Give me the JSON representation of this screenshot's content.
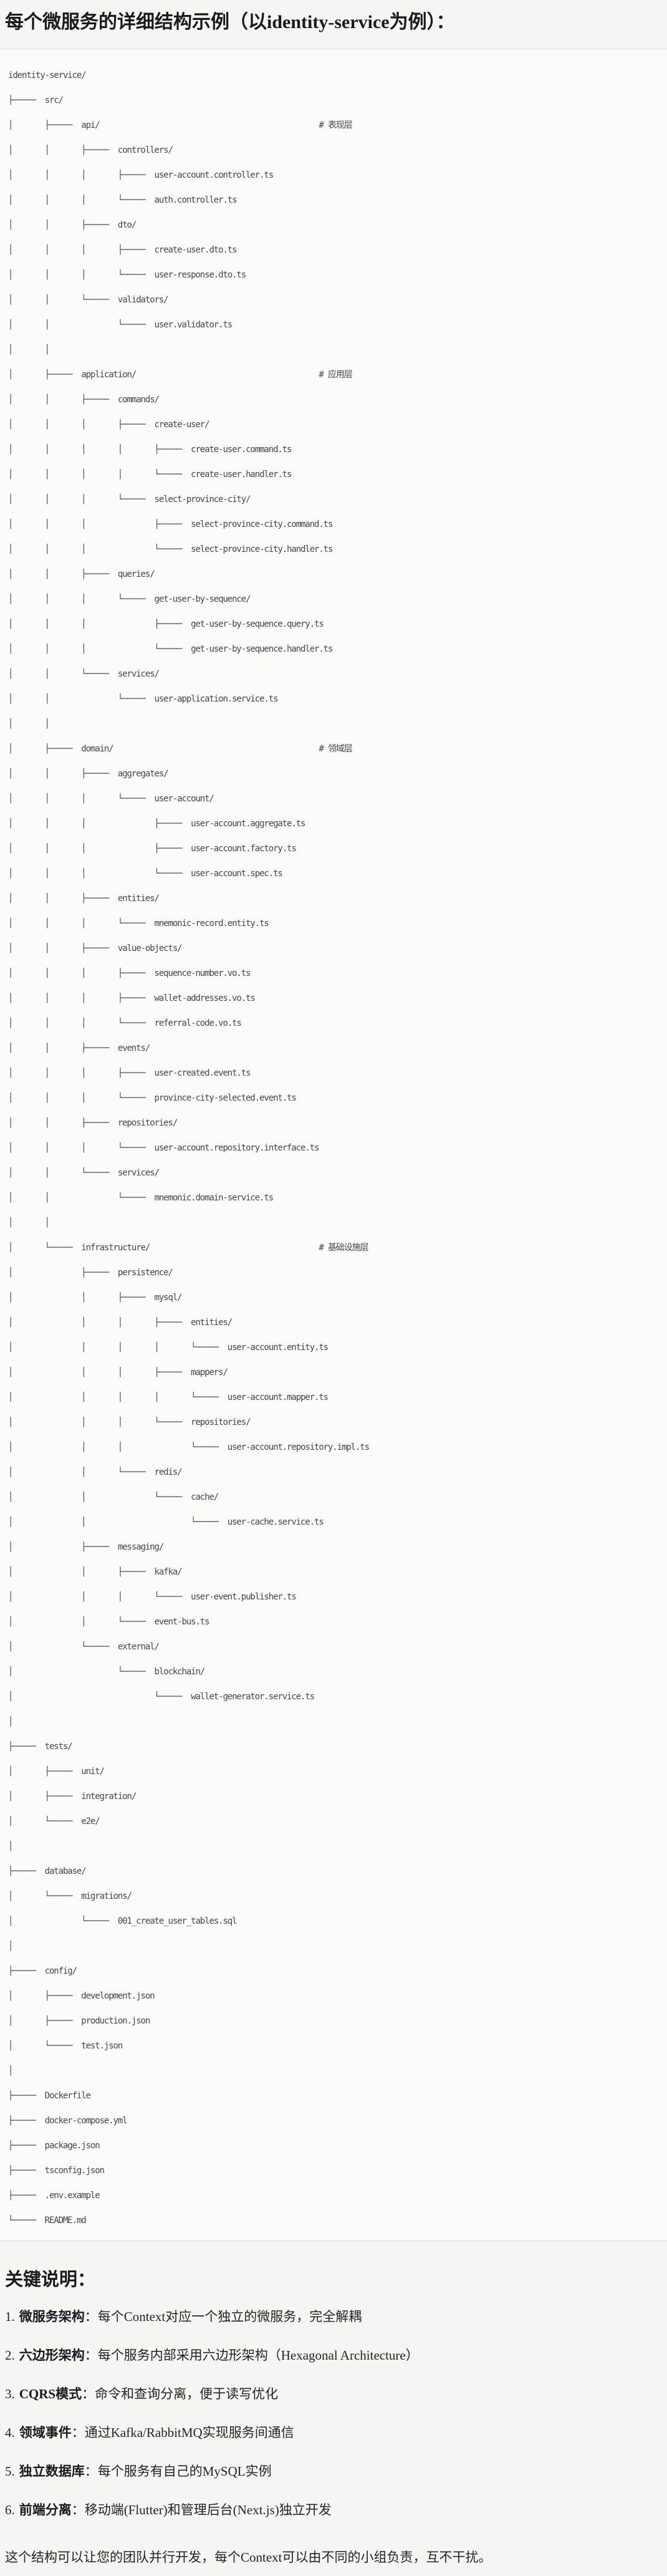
{
  "page": {
    "title": "每个微服务的详细结构示例（以identity-service为例）：",
    "notes_heading": "关键说明：",
    "notes_colon": "：",
    "notes": [
      [
        "1.",
        "微服务架构",
        "每个Context对应一个独立的微服务，完全解耦"
      ],
      [
        "2.",
        "六边形架构",
        "每个服务内部采用六边形架构（Hexagonal Architecture）"
      ],
      [
        "3.",
        "CQRS模式",
        "命令和查询分离，便于读写优化"
      ],
      [
        "4.",
        "领域事件",
        "通过Kafka/RabbitMQ实现服务间通信"
      ],
      [
        "5.",
        "独立数据库",
        "每个服务有自己的MySQL实例"
      ],
      [
        "6.",
        "前端分离",
        "移动端(Flutter)和管理后台(Next.js)独立开发"
      ]
    ],
    "closing": "这个结构可以让您的团队并行开发，每个Context可以由不同的小组负责，互不干扰。"
  },
  "tree": {
    "comment_col": 68,
    "lines": [
      [
        "",
        "identity-service/",
        ""
      ],
      [
        "T",
        "src/",
        ""
      ],
      [
        "|T",
        "api/",
        "# 表现层"
      ],
      [
        "||T",
        "controllers/",
        ""
      ],
      [
        "|||T",
        "user-account.controller.ts",
        ""
      ],
      [
        "|||L",
        "auth.controller.ts",
        ""
      ],
      [
        "||T",
        "dto/",
        ""
      ],
      [
        "|||T",
        "create-user.dto.ts",
        ""
      ],
      [
        "|||L",
        "user-response.dto.ts",
        ""
      ],
      [
        "||L",
        "validators/",
        ""
      ],
      [
        "||_L",
        "user.validator.ts",
        ""
      ],
      [
        "||",
        "",
        ""
      ],
      [
        "|T",
        "application/",
        "# 应用层"
      ],
      [
        "||T",
        "commands/",
        ""
      ],
      [
        "|||T",
        "create-user/",
        ""
      ],
      [
        "||||T",
        "create-user.command.ts",
        ""
      ],
      [
        "||||L",
        "create-user.handler.ts",
        ""
      ],
      [
        "|||L",
        "select-province-city/",
        ""
      ],
      [
        "|||_T",
        "select-province-city.command.ts",
        ""
      ],
      [
        "|||_L",
        "select-province-city.handler.ts",
        ""
      ],
      [
        "||T",
        "queries/",
        ""
      ],
      [
        "|||L",
        "get-user-by-sequence/",
        ""
      ],
      [
        "|||_T",
        "get-user-by-sequence.query.ts",
        ""
      ],
      [
        "|||_L",
        "get-user-by-sequence.handler.ts",
        ""
      ],
      [
        "||L",
        "services/",
        ""
      ],
      [
        "||_L",
        "user-application.service.ts",
        ""
      ],
      [
        "||",
        "",
        ""
      ],
      [
        "|T",
        "domain/",
        "# 领域层"
      ],
      [
        "||T",
        "aggregates/",
        ""
      ],
      [
        "|||L",
        "user-account/",
        ""
      ],
      [
        "|||_T",
        "user-account.aggregate.ts",
        ""
      ],
      [
        "|||_T",
        "user-account.factory.ts",
        ""
      ],
      [
        "|||_L",
        "user-account.spec.ts",
        ""
      ],
      [
        "||T",
        "entities/",
        ""
      ],
      [
        "|||L",
        "mnemonic-record.entity.ts",
        ""
      ],
      [
        "||T",
        "value-objects/",
        ""
      ],
      [
        "|||T",
        "sequence-number.vo.ts",
        ""
      ],
      [
        "|||T",
        "wallet-addresses.vo.ts",
        ""
      ],
      [
        "|||L",
        "referral-code.vo.ts",
        ""
      ],
      [
        "||T",
        "events/",
        ""
      ],
      [
        "|||T",
        "user-created.event.ts",
        ""
      ],
      [
        "|||L",
        "province-city-selected.event.ts",
        ""
      ],
      [
        "||T",
        "repositories/",
        ""
      ],
      [
        "|||L",
        "user-account.repository.interface.ts",
        ""
      ],
      [
        "||L",
        "services/",
        ""
      ],
      [
        "||_L",
        "mnemonic.domain-service.ts",
        ""
      ],
      [
        "||",
        "",
        ""
      ],
      [
        "|L",
        "infrastructure/",
        "# 基础设施层"
      ],
      [
        "|_T",
        "persistence/",
        ""
      ],
      [
        "|_|T",
        "mysql/",
        ""
      ],
      [
        "|_||T",
        "entities/",
        ""
      ],
      [
        "|_|||L",
        "user-account.entity.ts",
        ""
      ],
      [
        "|_||T",
        "mappers/",
        ""
      ],
      [
        "|_|||L",
        "user-account.mapper.ts",
        ""
      ],
      [
        "|_||L",
        "repositories/",
        ""
      ],
      [
        "|_||_L",
        "user-account.repository.impl.ts",
        ""
      ],
      [
        "|_|L",
        "redis/",
        ""
      ],
      [
        "|_|_L",
        "cache/",
        ""
      ],
      [
        "|_|__L",
        "user-cache.service.ts",
        ""
      ],
      [
        "|_T",
        "messaging/",
        ""
      ],
      [
        "|_|T",
        "kafka/",
        ""
      ],
      [
        "|_||L",
        "user-event.publisher.ts",
        ""
      ],
      [
        "|_|L",
        "event-bus.ts",
        ""
      ],
      [
        "|_L",
        "external/",
        ""
      ],
      [
        "|__L",
        "blockchain/",
        ""
      ],
      [
        "|___L",
        "wallet-generator.service.ts",
        ""
      ],
      [
        "|",
        "",
        ""
      ],
      [
        "T",
        "tests/",
        ""
      ],
      [
        "|T",
        "unit/",
        ""
      ],
      [
        "|T",
        "integration/",
        ""
      ],
      [
        "|L",
        "e2e/",
        ""
      ],
      [
        "|",
        "",
        ""
      ],
      [
        "T",
        "database/",
        ""
      ],
      [
        "|L",
        "migrations/",
        ""
      ],
      [
        "|_L",
        "001_create_user_tables.sql",
        ""
      ],
      [
        "|",
        "",
        ""
      ],
      [
        "T",
        "config/",
        ""
      ],
      [
        "|T",
        "development.json",
        ""
      ],
      [
        "|T",
        "production.json",
        ""
      ],
      [
        "|L",
        "test.json",
        ""
      ],
      [
        "|",
        "",
        ""
      ],
      [
        "T",
        "Dockerfile",
        ""
      ],
      [
        "T",
        "docker-compose.yml",
        ""
      ],
      [
        "T",
        "package.json",
        ""
      ],
      [
        "T",
        "tsconfig.json",
        ""
      ],
      [
        "T",
        ".env.example",
        ""
      ],
      [
        "L",
        "README.md",
        ""
      ]
    ]
  },
  "colors": {
    "page_bg": "#f5f5f2",
    "block_bg": "#fbfbf9",
    "block_border": "#dcdcd7",
    "tree_text": "#43474c",
    "heading_text": "#17191c",
    "body_text": "#212429"
  }
}
